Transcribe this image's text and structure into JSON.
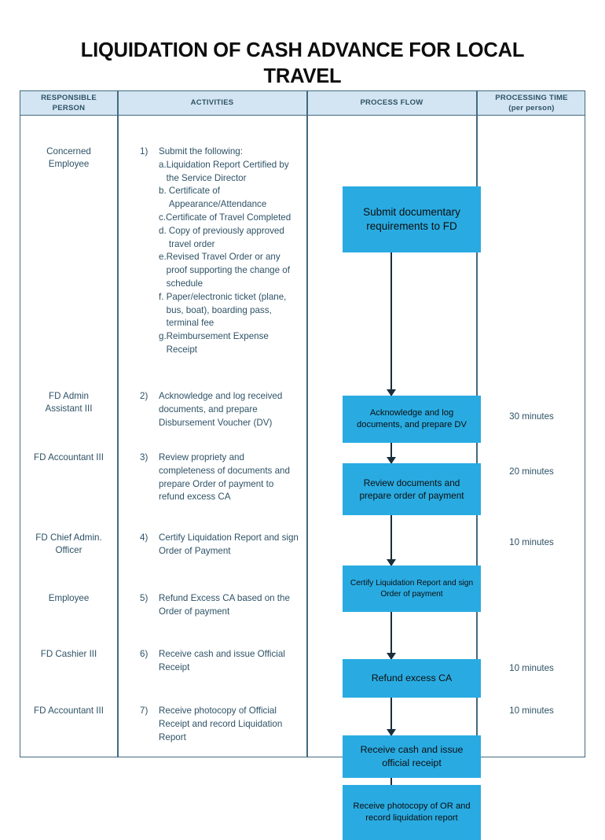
{
  "title": "LIQUIDATION OF CASH ADVANCE FOR LOCAL TRAVEL",
  "colors": {
    "process_box": "#29ABE2",
    "header_background": "#D3E5F3",
    "table_border": "#44697D",
    "body_text": "#2E5266",
    "arrow": "#1a2e3b"
  },
  "headers": {
    "responsible_person_line1": "RESPONSIBLE",
    "responsible_person_line2": "PERSON",
    "activities": "ACTIVITIES",
    "process_flow": "PROCESS FLOW",
    "processing_time_line1": "PROCESSING TIME",
    "processing_time_line2": "(per person)"
  },
  "rows": [
    {
      "person_line1": "Concerned",
      "person_line2": "Employee",
      "number": "1)",
      "activity": "Submit the following:",
      "sub_items": [
        {
          "letter": "a.",
          "text": "Liquidation Report Certified by the Service Director"
        },
        {
          "letter": "b. ",
          "text": "Certificate of Appearance/Attendance"
        },
        {
          "letter": "c.",
          "text": "Certificate of Travel Completed"
        },
        {
          "letter": "d. ",
          "text": "Copy of previously approved travel order"
        },
        {
          "letter": "e.",
          "text": "Revised Travel Order or any proof supporting the change of schedule"
        },
        {
          "letter": "f. ",
          "text": "Paper/electronic ticket (plane, bus, boat), boarding pass, terminal fee"
        },
        {
          "letter": "g.",
          "text": "Reimbursement Expense Receipt"
        }
      ],
      "process_box": "Submit documentary requirements to FD",
      "processing_time": ""
    },
    {
      "person_line1": "FD Admin",
      "person_line2": "Assistant III",
      "number": "2)",
      "activity": "Acknowledge and log received documents, and prepare Disbursement Voucher (DV)",
      "sub_items": [],
      "process_box": "Acknowledge and log documents, and prepare DV",
      "processing_time": "30 minutes"
    },
    {
      "person_line1": "FD Accountant III",
      "person_line2": "",
      "number": "3)",
      "activity": "Review propriety and completeness of documents and prepare Order of payment to refund excess CA",
      "sub_items": [],
      "process_box": "Review documents and prepare order of payment",
      "processing_time": "20 minutes"
    },
    {
      "person_line1": "FD Chief Admin.",
      "person_line2": "Officer",
      "number": "4)",
      "activity": "Certify Liquidation Report and sign Order of Payment",
      "sub_items": [],
      "process_box": "Certify Liquidation Report and sign Order of payment",
      "processing_time": "10 minutes"
    },
    {
      "person_line1": "Employee",
      "person_line2": "",
      "number": "5)",
      "activity": "Refund Excess CA based on the Order of payment",
      "sub_items": [],
      "process_box": "Refund excess CA",
      "processing_time": ""
    },
    {
      "person_line1": "FD Cashier III",
      "person_line2": "",
      "number": "6)",
      "activity": "Receive cash and issue Official Receipt",
      "sub_items": [],
      "process_box": "Receive cash and issue official receipt",
      "processing_time": "10 minutes"
    },
    {
      "person_line1": "FD Accountant III",
      "person_line2": "",
      "number": "7)",
      "activity": "Receive photocopy of Official Receipt and record Liquidation Report",
      "sub_items": [],
      "process_box": "Receive photocopy of OR and record liquidation report",
      "processing_time": "10 minutes"
    }
  ]
}
